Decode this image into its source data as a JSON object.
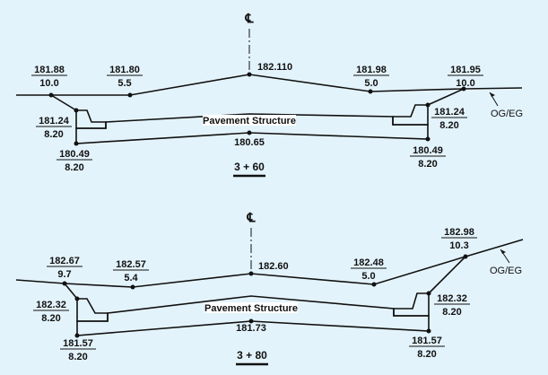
{
  "sections": [
    {
      "station": "3 + 60",
      "centerline_symbol": "℄",
      "pavement_label": "Pavement Structure",
      "pavement_bottom_elevation": "180.65",
      "centerline_elevation": "182.110",
      "ground_label": "OG/EG",
      "points": {
        "left_outer": {
          "elev": "181.88",
          "offset": "10.0"
        },
        "left_ditch": {
          "elev": "181.80",
          "offset": "5.5"
        },
        "right_ditch": {
          "elev": "181.98",
          "offset": "5.0"
        },
        "right_outer": {
          "elev": "181.95",
          "offset": "10.0"
        },
        "left_curb_top": {
          "elev": "181.24",
          "offset": "8.20"
        },
        "left_curb_bottom": {
          "elev": "180.49",
          "offset": "8.20"
        },
        "right_curb_top": {
          "elev": "181.24",
          "offset": "8.20"
        },
        "right_curb_bottom": {
          "elev": "180.49",
          "offset": "8.20"
        }
      }
    },
    {
      "station": "3 + 80",
      "centerline_symbol": "℄",
      "pavement_label": "Pavement Structure",
      "pavement_bottom_elevation": "181.73",
      "centerline_elevation": "182.60",
      "ground_label": "OG/EG",
      "points": {
        "left_outer": {
          "elev": "182.67",
          "offset": "9.7"
        },
        "left_ditch": {
          "elev": "182.57",
          "offset": "5.4"
        },
        "right_ditch": {
          "elev": "182.48",
          "offset": "5.0"
        },
        "right_outer": {
          "elev": "182.98",
          "offset": "10.3"
        },
        "left_curb_top": {
          "elev": "182.32",
          "offset": "8.20"
        },
        "left_curb_bottom": {
          "elev": "181.57",
          "offset": "8.20"
        },
        "right_curb_top": {
          "elev": "182.32",
          "offset": "8.20"
        },
        "right_curb_bottom": {
          "elev": "181.57",
          "offset": "8.20"
        }
      }
    }
  ]
}
